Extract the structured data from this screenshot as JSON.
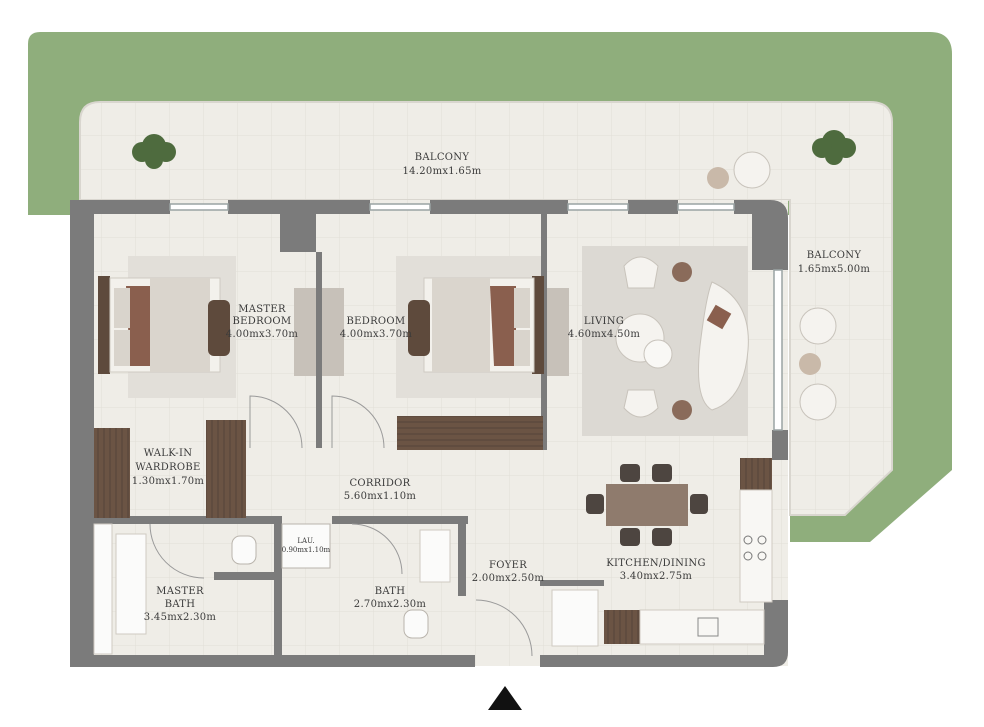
{
  "colors": {
    "grass": "#8fae7c",
    "floor": "#efede7",
    "tile_line": "#e2dfd7",
    "wall": "#7b7b7b",
    "wood": "#5e4a3c",
    "rug": "#dcd9d3",
    "blanket": "#8a5f4e"
  },
  "rooms": {
    "balcony_top": {
      "name": "BALCONY",
      "size": "14.20mx1.65m"
    },
    "balcony_side": {
      "name": "BALCONY",
      "size": "1.65mx5.00m"
    },
    "master_bedroom": {
      "name_line1": "MASTER",
      "name_line2": "BEDROOM",
      "size": "4.00mx3.70m"
    },
    "bedroom": {
      "name": "BEDROOM",
      "size": "4.00mx3.70m"
    },
    "living": {
      "name": "LIVING",
      "size": "4.60mx4.50m"
    },
    "walk_in_wardrobe": {
      "name_line1": "WALK-IN",
      "name_line2": "WARDROBE",
      "size": "1.30mx1.70m"
    },
    "corridor": {
      "name": "CORRIDOR",
      "size": "5.60mx1.10m"
    },
    "lau": {
      "name": "LAU.",
      "size": "0.90mx1.10m"
    },
    "master_bath": {
      "name_line1": "MASTER",
      "name_line2": "BATH",
      "size": "3.45mx2.30m"
    },
    "bath": {
      "name": "BATH",
      "size": "2.70mx2.30m"
    },
    "foyer": {
      "name": "FOYER",
      "size": "2.00mx2.50m"
    },
    "kitchen_dining": {
      "name": "KITCHEN/DINING",
      "size": "3.40mx2.75m"
    }
  },
  "entrance_marker": "entrance-arrow-icon"
}
